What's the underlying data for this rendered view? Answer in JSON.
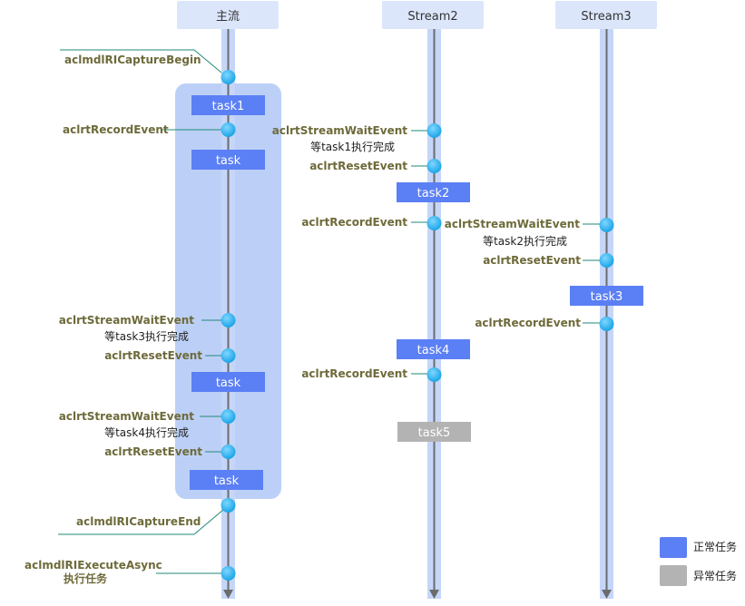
{
  "colors": {
    "header_fill": "#dce6fb",
    "lane_band": "#c5d6f8",
    "capture_region": "#bcd0f7",
    "normal_task": "#5b7ff4",
    "abnormal_task": "#b3b3b3",
    "node": "#1ba5e6",
    "connector": "#1f8a7a",
    "axis": "#6c6c6c",
    "api_text": "#6e6a3a"
  },
  "lanes": {
    "main": "主流",
    "stream2": "Stream2",
    "stream3": "Stream3"
  },
  "tasks": {
    "main_task1": "task1",
    "main_task_a": "task",
    "main_task_b": "task",
    "main_task_c": "task",
    "s2_task2": "task2",
    "s2_task4": "task4",
    "s2_task5": "task5",
    "s3_task3": "task3"
  },
  "events": {
    "capture_begin": "aclmdlRICaptureBegin",
    "main_record": "aclrtRecordEvent",
    "main_wait1": "aclrtStreamWaitEvent",
    "main_wait1_note": "等task3执行完成",
    "main_reset1": "aclrtResetEvent",
    "main_wait2": "aclrtStreamWaitEvent",
    "main_wait2_note": "等task4执行完成",
    "main_reset2": "aclrtResetEvent",
    "capture_end": "aclmdlRICaptureEnd",
    "execute_async": "aclmdlRIExecuteAsync",
    "execute_async_note": "执行任务",
    "s2_wait": "aclrtStreamWaitEvent",
    "s2_wait_note": "等task1执行完成",
    "s2_reset": "aclrtResetEvent",
    "s2_record1": "aclrtRecordEvent",
    "s2_record2": "aclrtRecordEvent",
    "s3_wait": "aclrtStreamWaitEvent",
    "s3_wait_note": "等task2执行完成",
    "s3_reset": "aclrtResetEvent",
    "s3_record": "aclrtRecordEvent"
  },
  "legend": {
    "normal": "正常任务",
    "abnormal": "异常任务"
  }
}
